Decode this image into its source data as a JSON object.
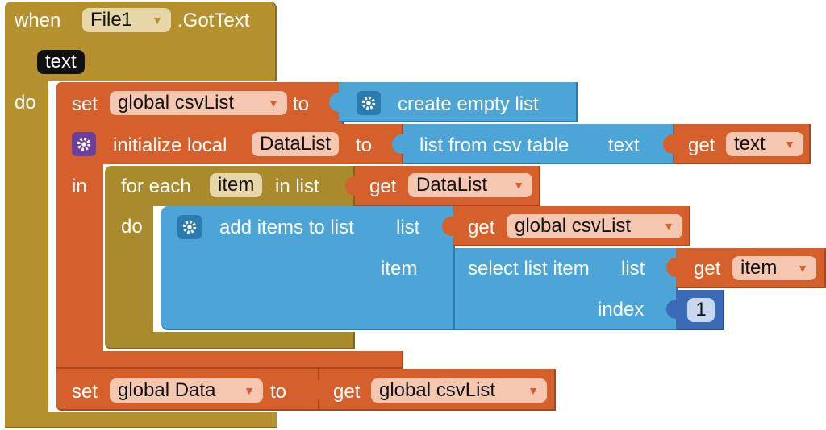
{
  "colors": {
    "event": "#B5902F",
    "event_dark": "#8A6A1D",
    "control": "#A98A2C",
    "variable": "#D6602B",
    "variable_dark": "#A8481F",
    "list": "#4CA5D6",
    "list_dark": "#2C7BB0",
    "math": "#3B6BB5",
    "chip_event": "#E7D7A8",
    "chip_var": "#F6C7B0",
    "chip_math": "#C9D7F0"
  },
  "event": {
    "when": "when",
    "component": "File1",
    "method": ".GotText",
    "param": "text",
    "do": "do"
  },
  "set1": {
    "set": "set",
    "var": "global csvList",
    "to": "to",
    "value": "create empty list"
  },
  "local": {
    "label": "initialize local",
    "name": "DataList",
    "to": "to",
    "in": "in",
    "value": "list from csv table",
    "value_param": "text",
    "get": "get",
    "get_var": "text"
  },
  "foreach": {
    "label": "for each",
    "item": "item",
    "in_list": "in list",
    "get": "get",
    "get_var": "DataList",
    "do": "do"
  },
  "additems": {
    "label": "add items to list",
    "list_label": "list",
    "item_label": "item",
    "get": "get",
    "list_var": "global csvList"
  },
  "select": {
    "label": "select list item",
    "list_label": "list",
    "index_label": "index",
    "get": "get",
    "list_var": "item",
    "index_value": "1"
  },
  "set2": {
    "set": "set",
    "var": "global Data",
    "to": "to",
    "get": "get",
    "get_var": "global csvList"
  }
}
